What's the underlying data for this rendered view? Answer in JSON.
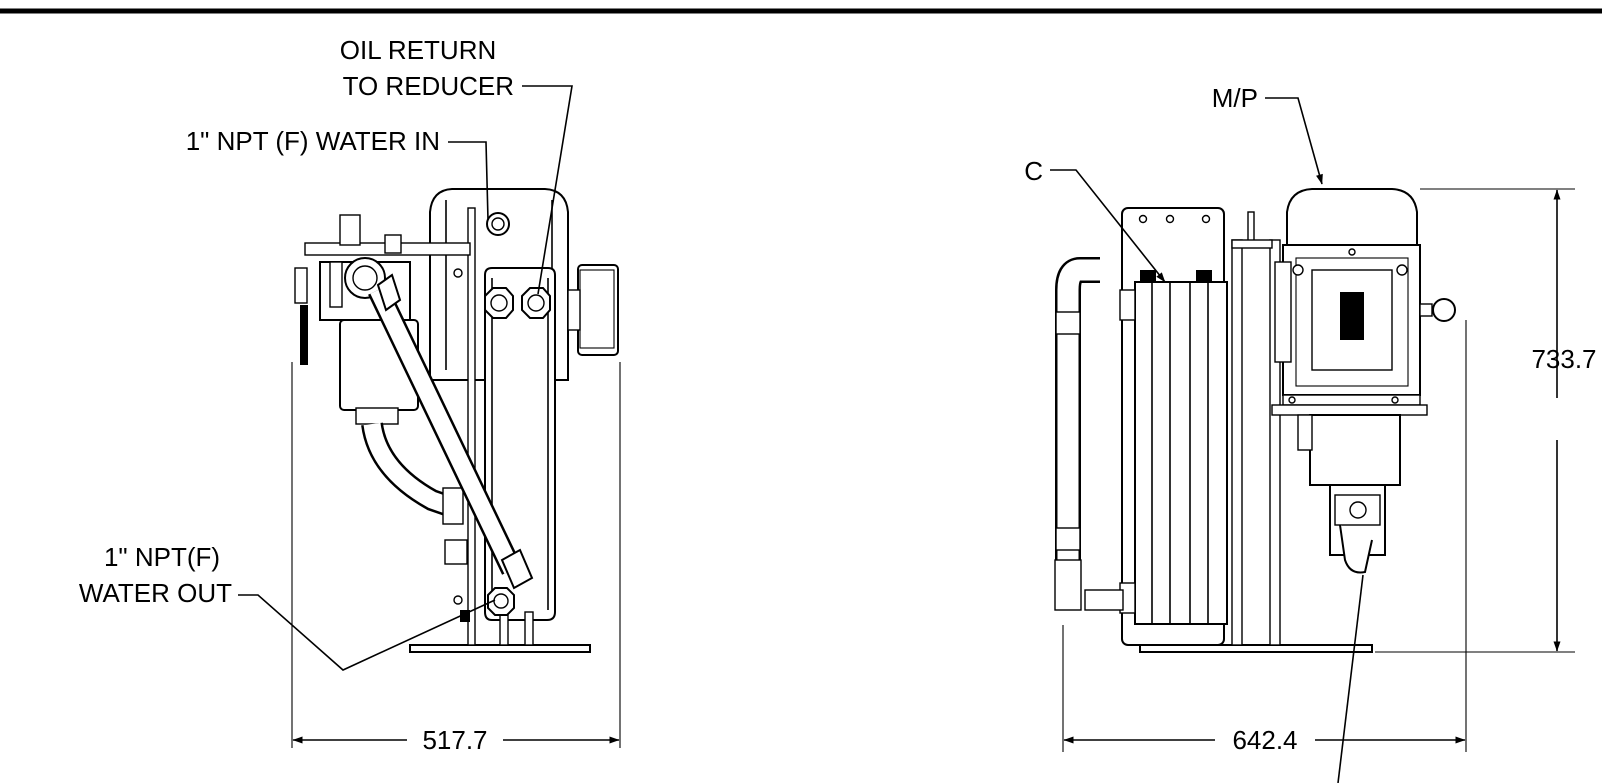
{
  "left_view": {
    "oil_return_line1": "OIL RETURN",
    "oil_return_line2": "TO REDUCER",
    "water_in": "1\" NPT (F) WATER IN",
    "water_out_line1": "1\" NPT(F)",
    "water_out_line2": "WATER OUT",
    "width_dim": "517.7"
  },
  "right_view": {
    "motor_pump": "M/P",
    "cooler": "C",
    "height_dim": "733.7",
    "width_dim": "642.4"
  }
}
